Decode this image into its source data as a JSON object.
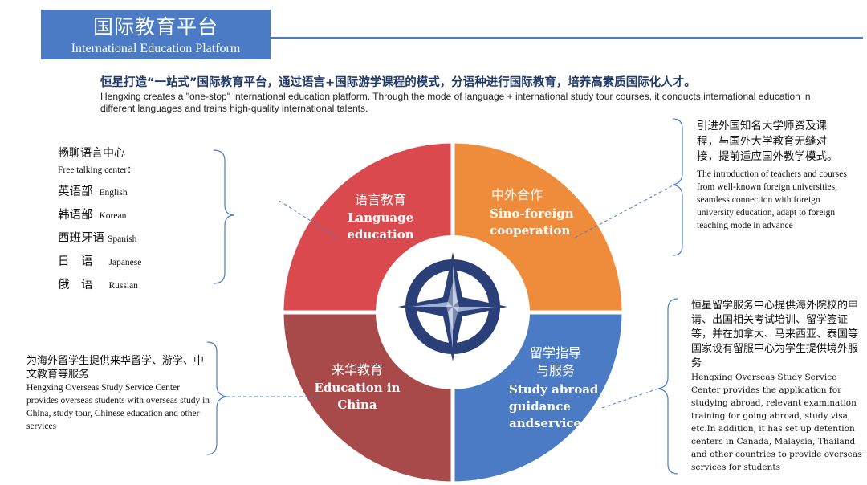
{
  "header": {
    "title_cn": "国际教育平台",
    "title_en": "International Education Platform"
  },
  "headline": {
    "cn": "恒星打造“一站式”国际教育平台，通过语言+国际游学课程的模式，分语种进行国际教育，培养高素质国际化人才。",
    "en": "Hengxing creates a \"one-stop\" international education platform. Through the mode of language + international study tour courses, it conducts international education in different languages and trains high-quality international talents."
  },
  "segments": {
    "language": {
      "cn": "语言教育",
      "en1": "Language",
      "en2": "education",
      "color": "#d9494e"
    },
    "coop": {
      "cn": "中外合作",
      "en1": "Sino-foreign",
      "en2": "cooperation",
      "color": "#ef8c3c"
    },
    "china": {
      "cn": "来华教育",
      "en1": "Education in",
      "en2": "China",
      "color": "#a84a4a"
    },
    "abroad": {
      "cn1": "留学指导",
      "cn2": "与服务",
      "en1": "Study abroad",
      "en2": "guidance",
      "en3": "andservice",
      "color": "#4a7bc4"
    }
  },
  "language_center": {
    "title_cn": "畅聊语言中心",
    "title_en": "Free talking center：",
    "items": [
      {
        "cn": "英语部",
        "en": "English"
      },
      {
        "cn": "韩语部",
        "en": "Korean"
      },
      {
        "cn": "西班牙语",
        "en": "Spanish"
      },
      {
        "cn": "日　语",
        "en": "Japanese"
      },
      {
        "cn": "俄　语",
        "en": "Russian"
      }
    ]
  },
  "coop_detail": {
    "cn": "引进外国知名大学师资及课程，与国外大学教育无缝对接，提前适应国外教学模式。",
    "en": "The introduction of teachers and courses from well-known foreign universities, seamless connection with foreign university education, adapt to foreign teaching mode in advance"
  },
  "china_detail": {
    "cn": "为海外留学生提供来华留学、游学、中文教育等服务",
    "en": "Hengxing Overseas Study Service Center provides overseas students with overseas study in China, study tour, Chinese education and other services"
  },
  "abroad_detail": {
    "cn": "恒星留学服务中心提供海外院校的申请、出国相关考试培训、留学签证等，并在加拿大、马来西亚、泰国等国家设有留服中心为学生提供境外服务",
    "en": "Hengxing Overseas Study Service Center provides the application for studying abroad, relevant examination training for going abroad, study visa, etc.In addition, it has set up detention centers in Canada, Malaysia, Thailand and other countries to provide overseas services for students"
  },
  "colors": {
    "brand_blue": "#4a7bc4",
    "headline_navy": "#1f3864",
    "compass_navy": "#2b3f78"
  },
  "icons": {
    "center": "compass-star-icon"
  }
}
